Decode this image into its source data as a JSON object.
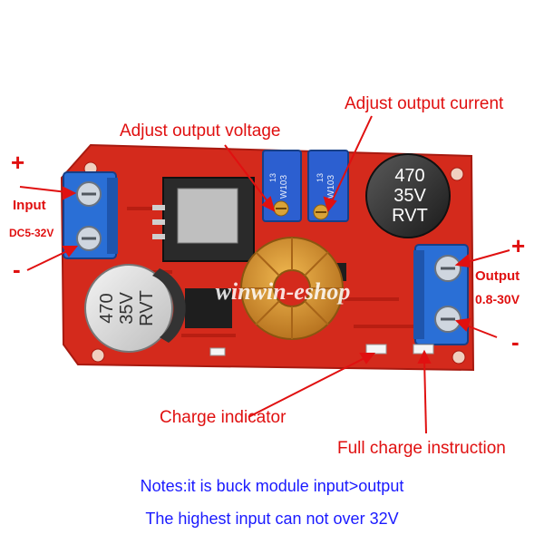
{
  "labels": {
    "adjust_voltage": "Adjust output voltage",
    "adjust_current": "Adjust output current",
    "input": "Input",
    "input_range": "DC5-32V",
    "output": "Output",
    "output_range": "0.8-30V",
    "charge_indicator": "Charge indicator",
    "full_charge": "Full charge instruction",
    "plus": "+",
    "minus": "-"
  },
  "components": {
    "cap_left_value": "470",
    "cap_left_voltage": "35V",
    "cap_left_brand": "RVT",
    "cap_right_value": "470",
    "cap_right_voltage": "35V",
    "cap_right_brand": "RVT",
    "pot_code": "W103",
    "pot_num": "13",
    "watermark": "winwin-eshop"
  },
  "notes": {
    "line1": "Notes:it is buck module input>output",
    "line2": "The highest input can not over 32V"
  },
  "colors": {
    "pcb": "#d42a1c",
    "terminal": "#2a6fd6",
    "pot": "#2c5fd0",
    "copper": "#d9962e",
    "label": "#e01010",
    "note": "#1a1aff"
  }
}
